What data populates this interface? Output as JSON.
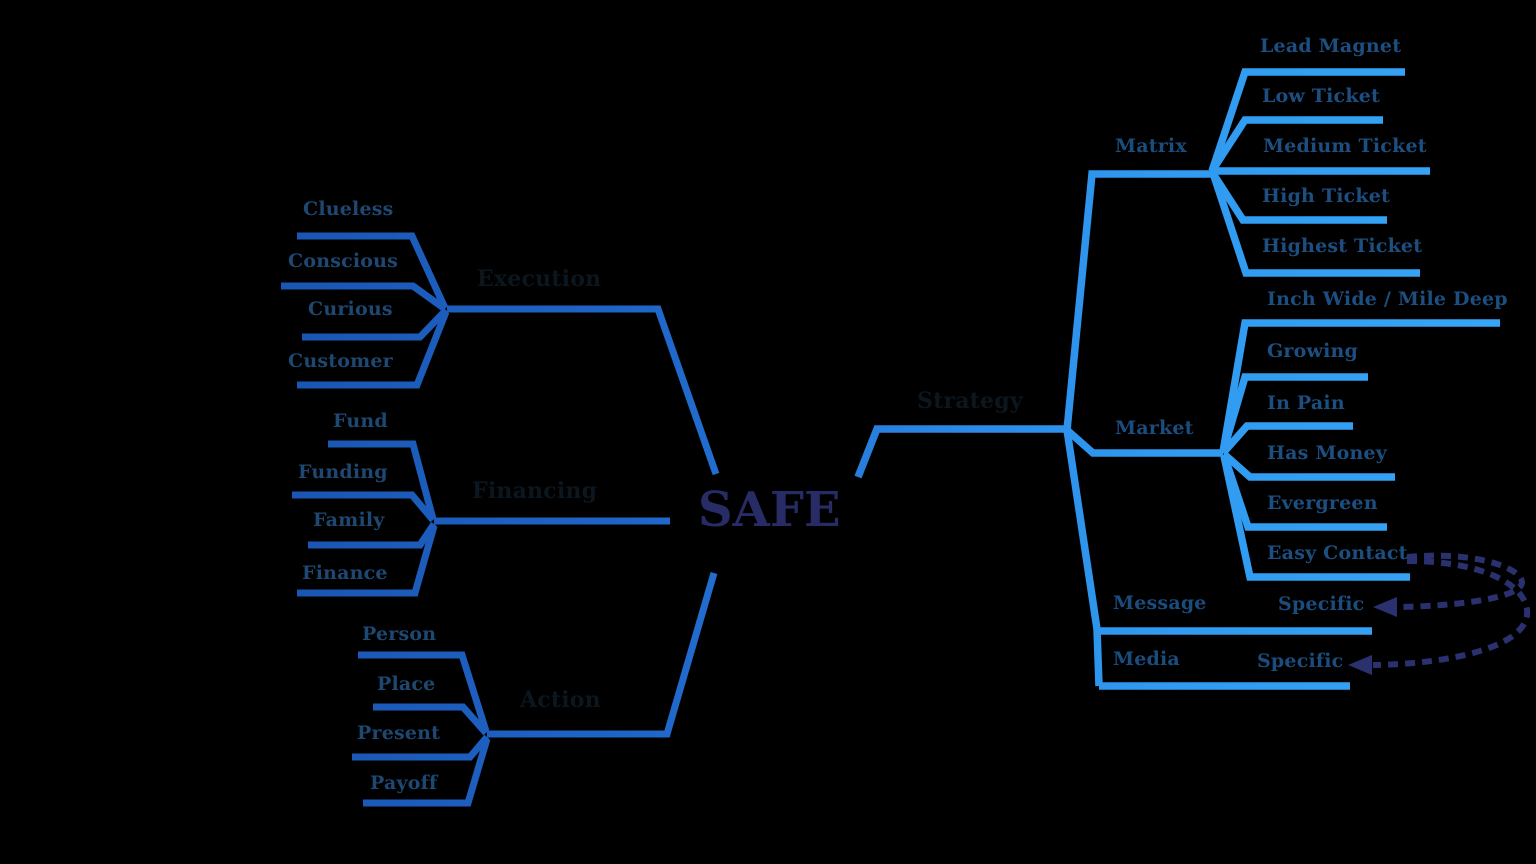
{
  "diagram": {
    "type": "mindmap",
    "center": {
      "label": "SAFE"
    },
    "left_branches": [
      {
        "label": "Execution",
        "children": [
          {
            "label": "Clueless"
          },
          {
            "label": "Conscious"
          },
          {
            "label": "Curious"
          },
          {
            "label": "Customer"
          }
        ]
      },
      {
        "label": "Financing",
        "children": [
          {
            "label": "Fund"
          },
          {
            "label": "Funding"
          },
          {
            "label": "Family"
          },
          {
            "label": "Finance"
          }
        ]
      },
      {
        "label": "Action",
        "children": [
          {
            "label": "Person"
          },
          {
            "label": "Place"
          },
          {
            "label": "Present"
          },
          {
            "label": "Payoff"
          }
        ]
      }
    ],
    "right_branch": {
      "label": "Strategy",
      "children": [
        {
          "label": "Matrix",
          "children": [
            {
              "label": "Lead Magnet"
            },
            {
              "label": "Low Ticket"
            },
            {
              "label": "Medium Ticket"
            },
            {
              "label": "High Ticket"
            },
            {
              "label": "Highest Ticket"
            }
          ]
        },
        {
          "label": "Market",
          "children": [
            {
              "label": "Inch Wide / Mile Deep"
            },
            {
              "label": "Growing"
            },
            {
              "label": "In Pain"
            },
            {
              "label": "Has Money"
            },
            {
              "label": "Evergreen"
            },
            {
              "label": "Easy Contact"
            }
          ]
        },
        {
          "label": "Message",
          "children": [
            {
              "label": "Specific"
            }
          ]
        },
        {
          "label": "Media",
          "children": [
            {
              "label": "Specific"
            }
          ]
        }
      ]
    },
    "arrows": [
      {
        "from": "Easy Contact",
        "to": "Specific (Message)",
        "style": "dashed-curve"
      },
      {
        "from": "Easy Contact",
        "to": "Specific (Media)",
        "style": "dashed-curve"
      }
    ],
    "colors": {
      "background": "#000000",
      "line_gradient_left": "#1a55b2",
      "line_gradient_right": "#38a6f6",
      "center_text": "#272c66",
      "branch_text": "#0b161e",
      "child_text_left": "#1e4872",
      "child_text_right": "#1d4e80",
      "arrow": "#2a316e"
    }
  }
}
